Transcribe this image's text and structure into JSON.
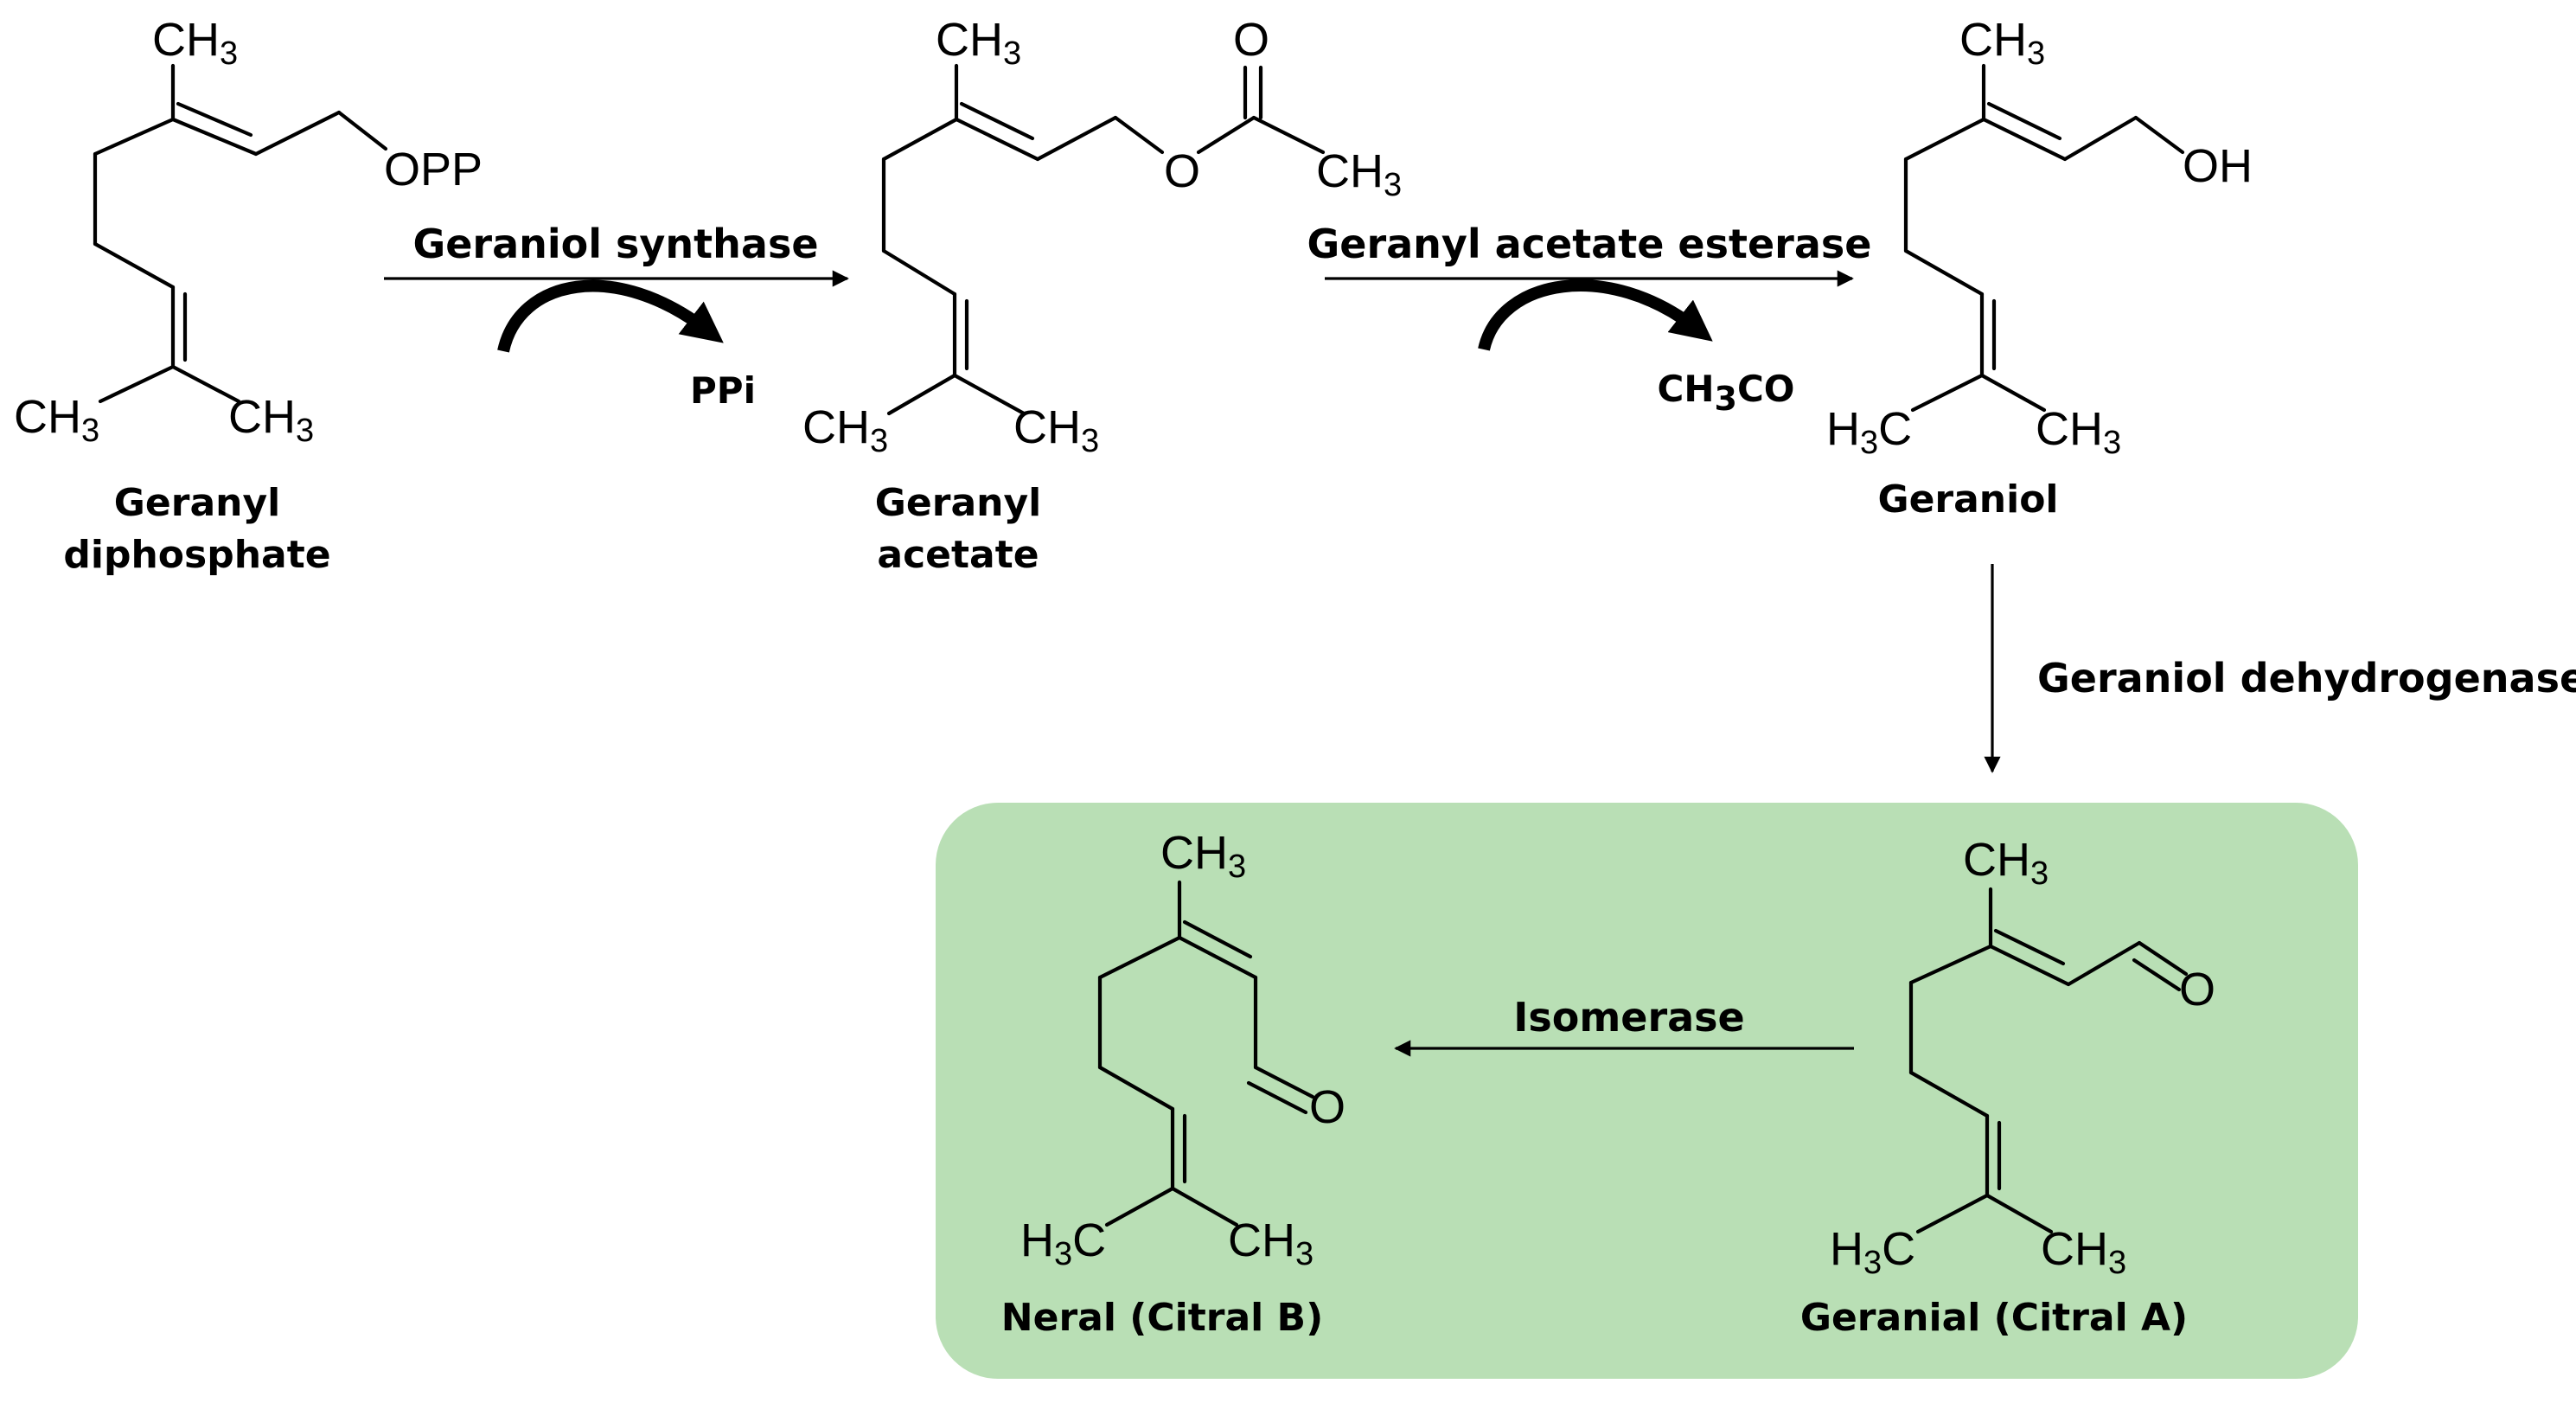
{
  "compounds": {
    "geranyl_diphosphate": {
      "name_line1": "Geranyl",
      "name_line2": "diphosphate",
      "group_top": "CH3",
      "group_end": "OPP",
      "group_left": "CH3",
      "group_right": "CH3"
    },
    "geranyl_acetate": {
      "name_line1": "Geranyl",
      "name_line2": "acetate",
      "group_top": "CH3",
      "carbonyl_o": "O",
      "ester_o": "O",
      "acetyl_ch3": "CH3",
      "group_left": "CH3",
      "group_right": "CH3"
    },
    "geraniol": {
      "name": "Geraniol",
      "group_top": "CH3",
      "group_end": "OH",
      "group_left": "H3C",
      "group_right": "CH3"
    },
    "geranial": {
      "name": "Geranial (Citral A)",
      "group_top": "CH3",
      "aldehyde_o": "O",
      "group_left": "H3C",
      "group_right": "CH3"
    },
    "neral": {
      "name": "Neral (Citral B)",
      "group_top": "CH3",
      "aldehyde_o": "O",
      "group_left": "H3C",
      "group_right": "CH3"
    }
  },
  "reactions": {
    "step1": {
      "enzyme": "Geraniol synthase",
      "byproduct": "PPi"
    },
    "step2": {
      "enzyme": "Geranyl acetate esterase",
      "byproduct": "CH3CO"
    },
    "step3": {
      "enzyme": "Geraniol dehydrogenase"
    },
    "step4": {
      "enzyme": "Isomerase"
    }
  },
  "colors": {
    "citral_box": "#b9dfb5",
    "ink": "#000000"
  }
}
